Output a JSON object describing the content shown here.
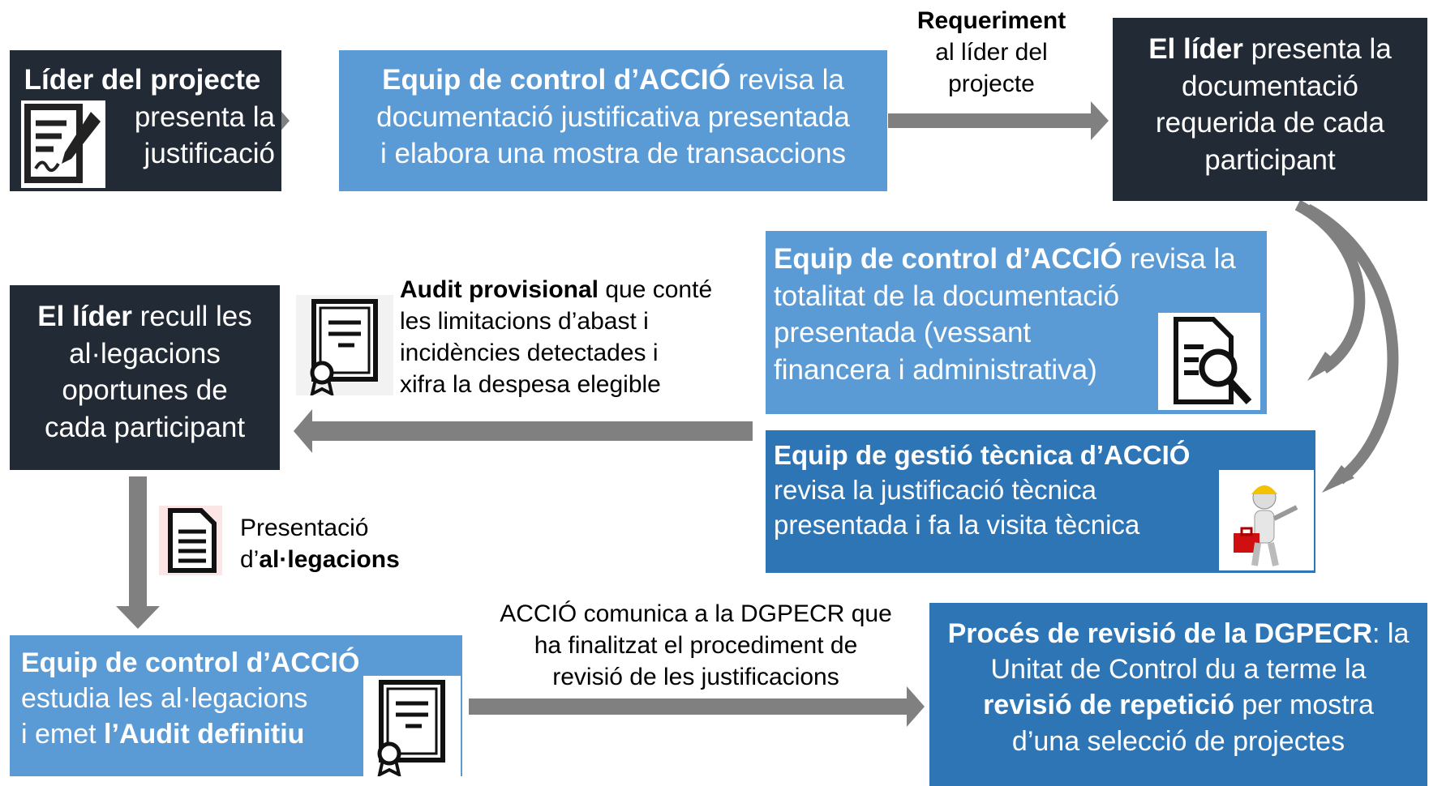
{
  "box1": {
    "bold": "Líder del projecte",
    "line2": "presenta la",
    "line3": "justificació"
  },
  "box2": {
    "bold": "Equip de control d’ACCIÓ",
    "rest1": " revisa la",
    "line2": "documentació justificativa presentada",
    "line3": "i elabora una mostra de transaccions"
  },
  "caption_req": {
    "bold": "Requeriment",
    "line2": "al líder del",
    "line3": "projecte"
  },
  "box3": {
    "bold": "El líder",
    "rest1": " presenta la",
    "line2": "documentació",
    "line3": "requerida de cada",
    "line4": "participant"
  },
  "box4": {
    "bold": "Equip de control d’ACCIÓ",
    "rest1": " revisa la",
    "line2": "totalitat de la documentació",
    "line3": "presentada (vessant",
    "line4": "financera i administrativa)"
  },
  "box5": {
    "bold": "Equip de gestió tècnica d’ACCIÓ",
    "line2": "revisa la justificació tècnica",
    "line3": "presentada i fa la visita tècnica"
  },
  "caption_audit": {
    "bold": "Audit provisional",
    "rest1": " que conté",
    "line2": "les limitacions d’abast i",
    "line3": "incidències detectades i",
    "line4": "xifra la despesa elegible"
  },
  "box6": {
    "bold": "El líder",
    "rest1": " recull les",
    "line2": "al·legacions",
    "line3": "oportunes de",
    "line4": "cada participant"
  },
  "caption_pres": {
    "line1": "Presentació",
    "pre2": "d’",
    "bold2": "al·legacions"
  },
  "box7": {
    "bold": "Equip de control d’ACCIÓ",
    "line2": "estudia les al·legacions",
    "pre3": "i emet ",
    "bold3": "l’Audit definitiu"
  },
  "caption_comm": {
    "line1": "ACCIÓ comunica a la DGPECR que",
    "line2": "ha finalitzat el procediment de",
    "line3": "revisió de les justificacions"
  },
  "box8": {
    "bold1": "Procés de revisió de la DGPECR",
    "rest1": ": la",
    "line2": "Unitat de Control du a terme la",
    "bold3": "revisió de repetició",
    "rest3": " per mostra",
    "line4": "d’una selecció de projectes"
  },
  "colors": {
    "dark": "#222a35",
    "blue": "#5b9bd5",
    "navy": "#2e75b6",
    "arrow": "#808080"
  },
  "icons": [
    "signed-document-icon",
    "certificate-icon",
    "document-search-icon",
    "technician-icon",
    "document-list-icon",
    "certificate-icon"
  ]
}
